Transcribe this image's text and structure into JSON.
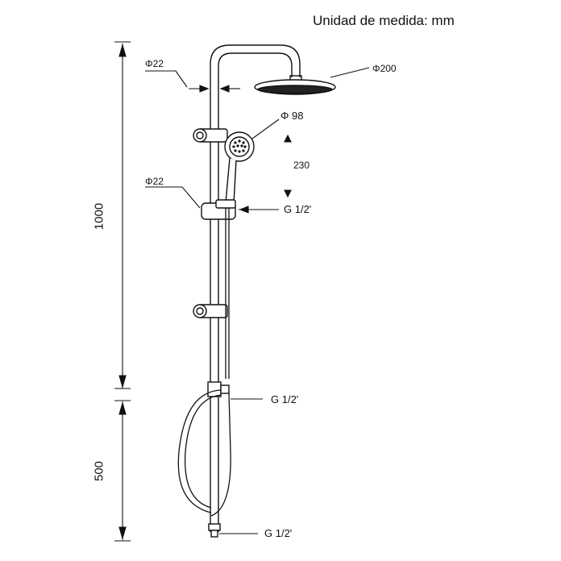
{
  "header": {
    "unit_label": "Unidad de medida: mm"
  },
  "dimensions": {
    "d_bar_top": "Φ22",
    "d_head": "Φ200",
    "d_hand": "Φ 98",
    "spacing": "230",
    "d_bar_slider": "Φ22",
    "thread_hand": "G 1/2'",
    "thread_diverter": "G 1/2'",
    "thread_inlet": "G 1/2'",
    "height_upper": "1000",
    "height_lower": "500"
  }
}
